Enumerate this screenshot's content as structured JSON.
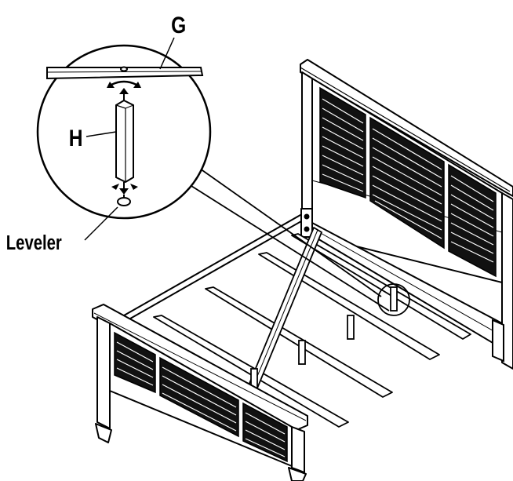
{
  "labels": {
    "g": "G",
    "h": "H",
    "leveler": "Leveler"
  },
  "colors": {
    "line": "#000000",
    "background": "#ffffff",
    "panel_dark": "#000000",
    "rail_fill": "#ffffff",
    "leg_fill": "#ffffff"
  }
}
